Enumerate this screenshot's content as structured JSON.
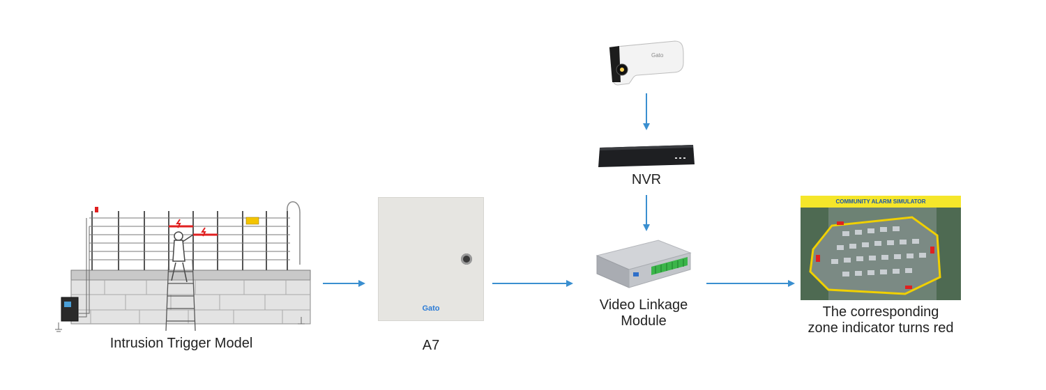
{
  "labels": {
    "intrusion": "Intrusion Trigger Model",
    "a7": "A7",
    "nvr": "NVR",
    "video_line1": "Video Linkage",
    "video_line2": "Module",
    "zone_line1": "The corresponding",
    "zone_line2": "zone indicator turns red"
  },
  "branding": {
    "camera_logo": "Gato",
    "a7_logo": "Gato"
  },
  "simulator": {
    "banner": "COMMUNITY ALARM SIMULATOR"
  },
  "colors": {
    "arrow": "#3a8fd0",
    "banner": "#f5e62a",
    "zone_outline": "#f0d000",
    "alarm_red": "#e02020",
    "cabinet": "#e6e5e1",
    "terminal_green": "#3bb54a",
    "logo_blue": "#2b7bd6"
  },
  "icons": {
    "fence": "electric-fence-wall-icon",
    "camera": "bullet-camera-icon",
    "nvr": "nvr-recorder-icon",
    "module": "linkage-module-icon",
    "map": "community-map-icon"
  }
}
